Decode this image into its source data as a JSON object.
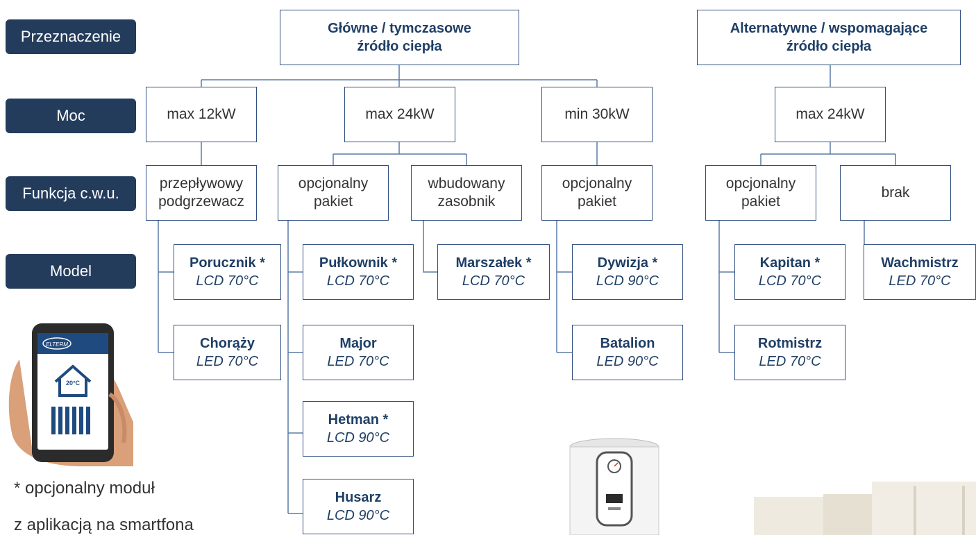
{
  "row_labels": {
    "purpose": "Przeznaczenie",
    "power": "Moc",
    "dhw": "Funkcja c.w.u.",
    "model": "Model"
  },
  "purposes": {
    "main": [
      "Główne / tymczasowe",
      "źródło ciepła"
    ],
    "alt": [
      "Alternatywne / wspomagające",
      "źródło ciepła"
    ]
  },
  "power": {
    "p12": "max 12kW",
    "p24": "max 24kW",
    "p30": "min 30kW",
    "alt24": "max 24kW"
  },
  "dhw": {
    "flow": [
      "przepływowy",
      "podgrzewacz"
    ],
    "opt1": [
      "opcjonalny",
      "pakiet"
    ],
    "builtin": [
      "wbudowany",
      "zasobnik"
    ],
    "opt2": [
      "opcjonalny",
      "pakiet"
    ],
    "opt3": [
      "opcjonalny",
      "pakiet"
    ],
    "none": "brak"
  },
  "models": {
    "porucznik": {
      "name": "Porucznik *",
      "spec": "LCD 70°C"
    },
    "chorazy": {
      "name": "Chorąży",
      "spec": "LED 70°C"
    },
    "pulkownik": {
      "name": "Pułkownik *",
      "spec": "LCD 70°C"
    },
    "major": {
      "name": "Major",
      "spec": "LED 70°C"
    },
    "hetman": {
      "name": "Hetman *",
      "spec": "LCD 90°C"
    },
    "husarz": {
      "name": "Husarz",
      "spec": "LCD 90°C"
    },
    "marszalek": {
      "name": "Marszałek *",
      "spec": "LCD 70°C"
    },
    "dywizja": {
      "name": "Dywizja *",
      "spec": "LCD 90°C"
    },
    "batalion": {
      "name": "Batalion",
      "spec": "LED 90°C"
    },
    "kapitan": {
      "name": "Kapitan *",
      "spec": "LCD 70°C"
    },
    "rotmistrz": {
      "name": "Rotmistrz",
      "spec": "LED 70°C"
    },
    "wachmistrz": {
      "name": "Wachmistrz",
      "spec": "LED 70°C"
    }
  },
  "notes": {
    "line1": "* opcjonalny moduł",
    "line2": "z aplikacją na smartfona"
  },
  "phone": {
    "brand": "ELTERM",
    "temp": "20°C"
  },
  "colors": {
    "label_bg": "#243c5c",
    "border": "#2f4f7f",
    "text_dark": "#1f3f66",
    "connector": "#5a7ba6"
  }
}
